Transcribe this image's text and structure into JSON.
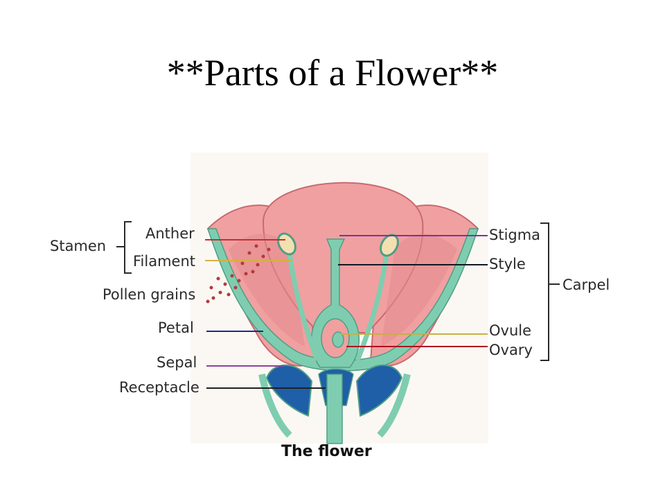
{
  "title": "**Parts of a Flower**",
  "caption": "The flower",
  "labels": {
    "stamen": "Stamen",
    "anther": "Anther",
    "filament": "Filament",
    "pollen": "Pollen grains",
    "petal": "Petal",
    "sepal": "Sepal",
    "receptacle": "Receptacle",
    "stigma": "Stigma",
    "style": "Style",
    "carpel": "Carpel",
    "ovule": "Ovule",
    "ovary": "Ovary"
  },
  "colors": {
    "petal": "#F0A0A0",
    "petal_dark": "#E48A8E",
    "petal_edge": "#C86A70",
    "green": "#7FCDB0",
    "green_edge": "#4E9E84",
    "sepal_blue": "#1F5FA8",
    "anther": "#F3E0B0",
    "pollen": "#B23A3A",
    "background_panel": "#FBF8F4"
  }
}
